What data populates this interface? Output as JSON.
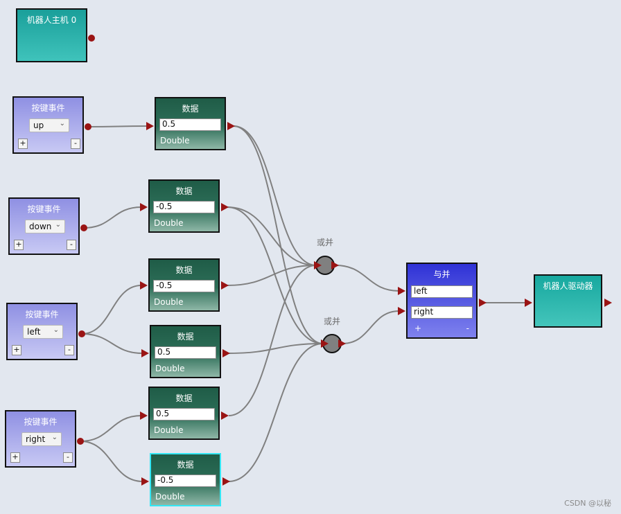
{
  "host": {
    "title": "机器人主机 0"
  },
  "driver": {
    "title": "机器人驱动器"
  },
  "key_events": [
    {
      "title": "按键事件",
      "selected": "up",
      "plus": "+",
      "minus": "-"
    },
    {
      "title": "按键事件",
      "selected": "down",
      "plus": "+",
      "minus": "-"
    },
    {
      "title": "按键事件",
      "selected": "left",
      "plus": "+",
      "minus": "-"
    },
    {
      "title": "按键事件",
      "selected": "right",
      "plus": "+",
      "minus": "-"
    }
  ],
  "data_nodes": [
    {
      "title": "数据",
      "value": "0.5",
      "type": "Double"
    },
    {
      "title": "数据",
      "value": "-0.5",
      "type": "Double"
    },
    {
      "title": "数据",
      "value": "-0.5",
      "type": "Double"
    },
    {
      "title": "数据",
      "value": "0.5",
      "type": "Double"
    },
    {
      "title": "数据",
      "value": "0.5",
      "type": "Double"
    },
    {
      "title": "数据",
      "value": "-0.5",
      "type": "Double"
    }
  ],
  "or_nodes": [
    {
      "label": "或并"
    },
    {
      "label": "或并"
    }
  ],
  "merge": {
    "title": "与并",
    "left": "left",
    "right": "right",
    "plus": "+",
    "minus": "-"
  },
  "watermark": "CSDN @以秘",
  "colors": {
    "port": "#9a1414",
    "wire": "#808080",
    "or_circle": "#808080",
    "selected_border": "#33e7f4"
  }
}
